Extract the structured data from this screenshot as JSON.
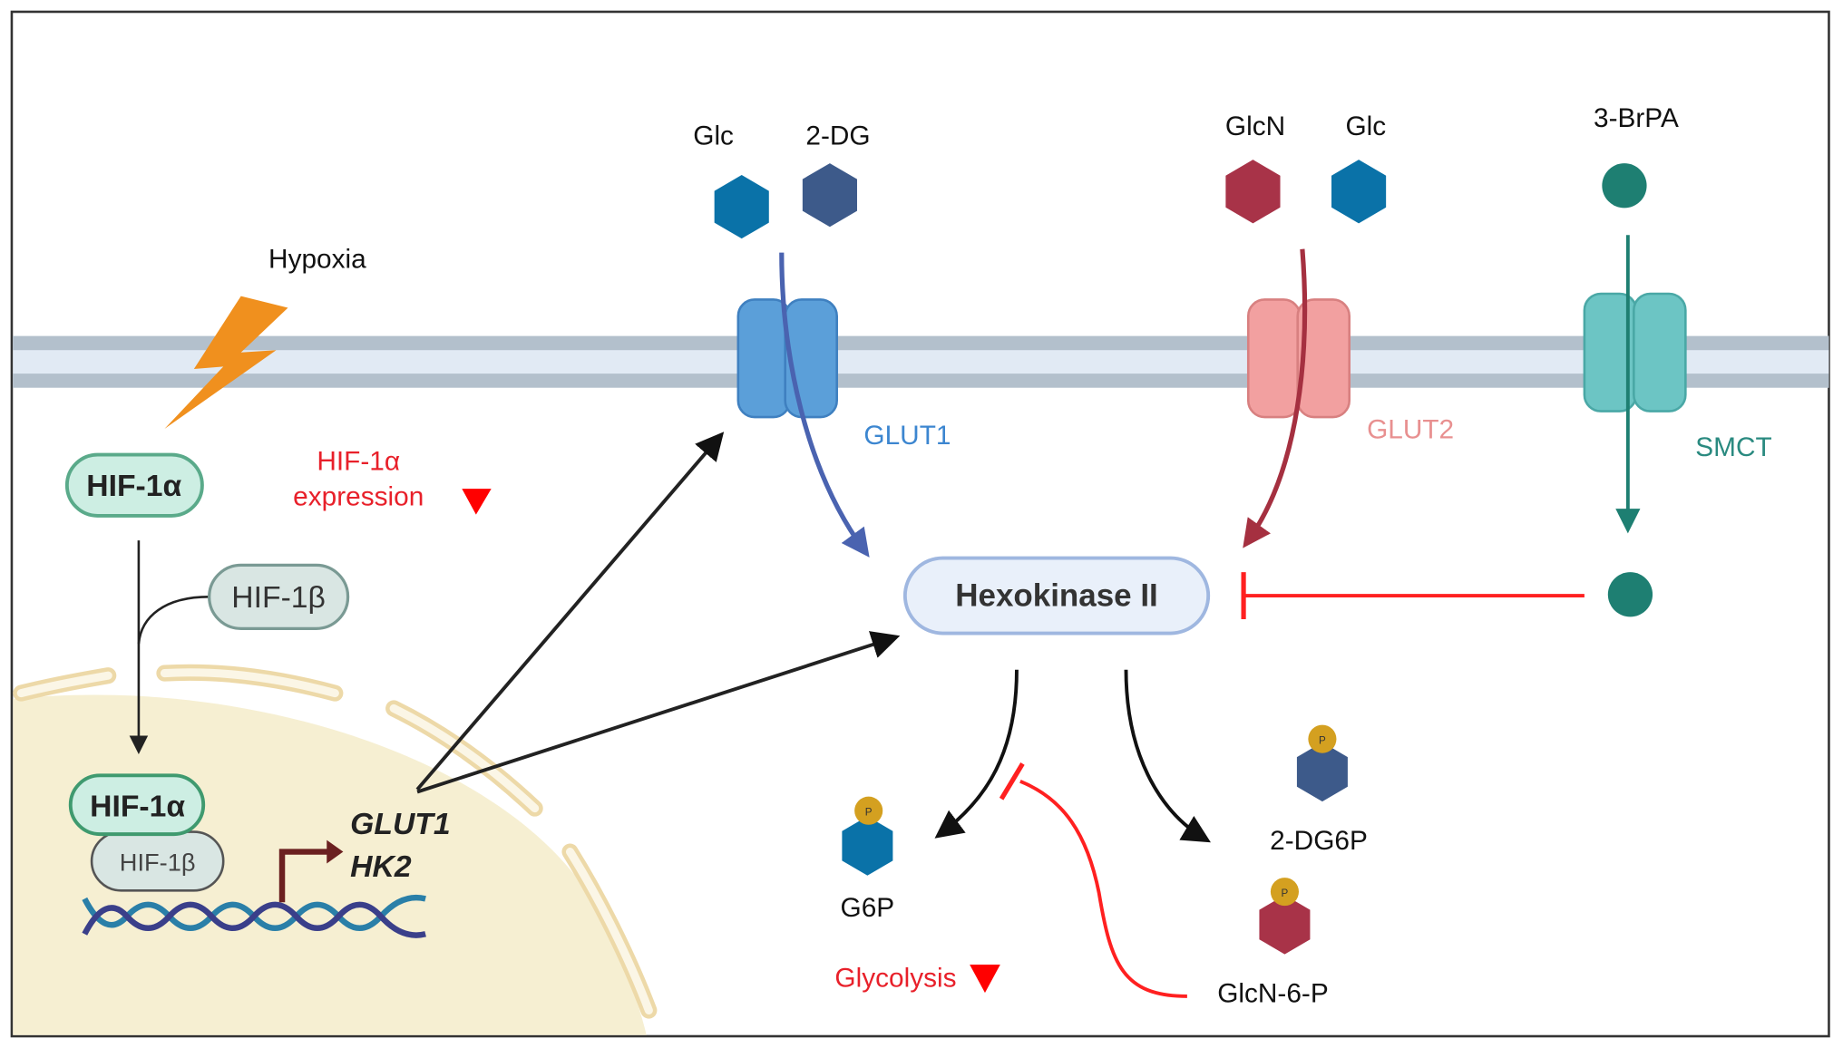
{
  "stimulus": {
    "label": "Hypoxia"
  },
  "hif": {
    "alpha": "HIF-1α",
    "beta": "HIF-1β",
    "expression_line1": "HIF-1α",
    "expression_line2": "expression"
  },
  "genes": {
    "gene1": "GLUT1",
    "gene2": "HK2"
  },
  "molecules": {
    "glc_left": "Glc",
    "two_dg": "2-DG",
    "glcn": "GlcN",
    "glc_right": "Glc",
    "brpa": "3-BrPA",
    "phosphate": "P"
  },
  "transporters": {
    "glut1": "GLUT1",
    "glut2": "GLUT2",
    "smct": "SMCT"
  },
  "enzyme": {
    "label": "Hexokinase II"
  },
  "products": {
    "g6p": "G6P",
    "dg6p": "2-DG6P",
    "glcn6p": "GlcN-6-P"
  },
  "outcome": {
    "glycolysis": "Glycolysis"
  },
  "colors": {
    "glc": "#0a72a8",
    "two_dg": "#3d5a8a",
    "glcn": "#a83348",
    "brpa": "#1e7f72",
    "glut1": "#5b9fd9",
    "glut2": "#f2a0a0",
    "smct": "#6cc5c4",
    "inhibition": "#ff2020",
    "phosphate": "#d4a020",
    "nucleus": "#f6efd2"
  }
}
